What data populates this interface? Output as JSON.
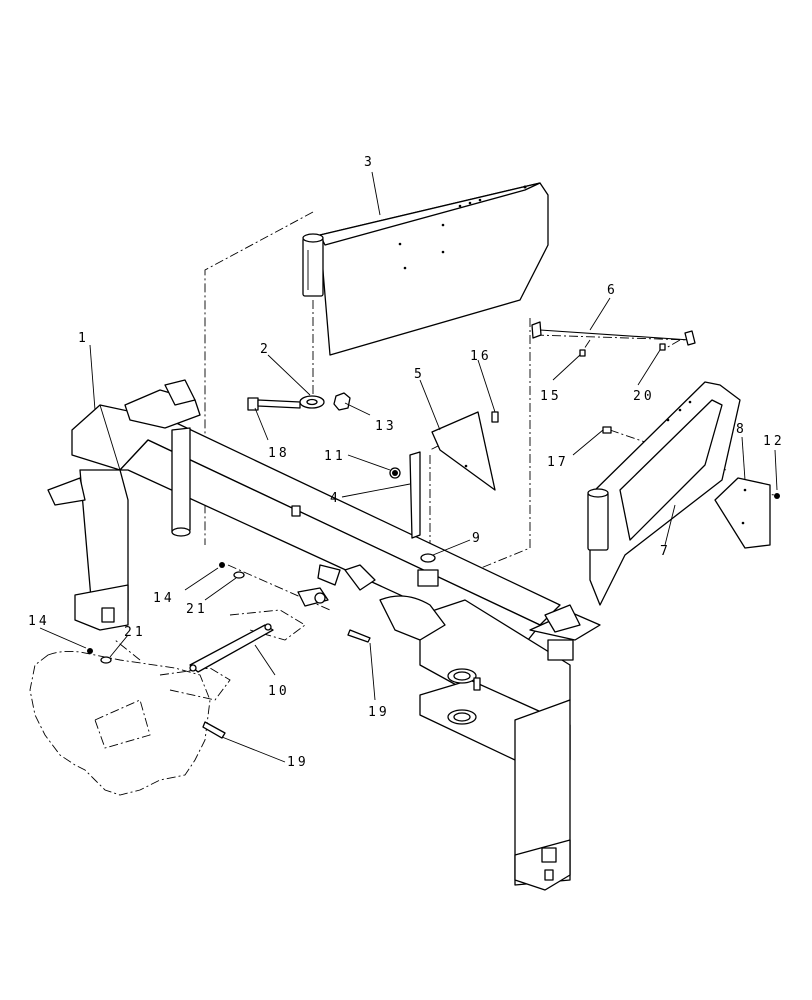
{
  "callouts": [
    {
      "id": "c1",
      "text": "1"
    },
    {
      "id": "c2",
      "text": "2"
    },
    {
      "id": "c3",
      "text": "3"
    },
    {
      "id": "c4",
      "text": "4"
    },
    {
      "id": "c5",
      "text": "5"
    },
    {
      "id": "c6",
      "text": "6"
    },
    {
      "id": "c7",
      "text": "7"
    },
    {
      "id": "c8",
      "text": "8"
    },
    {
      "id": "c9",
      "text": "9"
    },
    {
      "id": "c10",
      "text": "10"
    },
    {
      "id": "c11",
      "text": "11"
    },
    {
      "id": "c12",
      "text": "12"
    },
    {
      "id": "c13",
      "text": "13"
    },
    {
      "id": "c14a",
      "text": "14"
    },
    {
      "id": "c14b",
      "text": "14"
    },
    {
      "id": "c15",
      "text": "15"
    },
    {
      "id": "c16",
      "text": "16"
    },
    {
      "id": "c17",
      "text": "17"
    },
    {
      "id": "c18",
      "text": "18"
    },
    {
      "id": "c19a",
      "text": "19"
    },
    {
      "id": "c19b",
      "text": "19"
    },
    {
      "id": "c20",
      "text": "20"
    },
    {
      "id": "c21a",
      "text": "21"
    },
    {
      "id": "c21b",
      "text": "21"
    }
  ]
}
